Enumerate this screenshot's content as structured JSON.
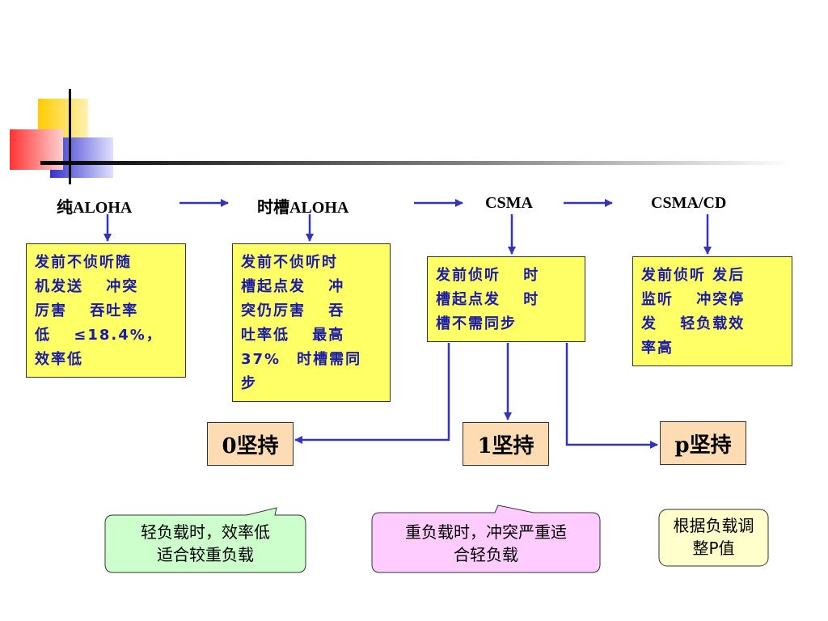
{
  "colors": {
    "arrow": "#3333bb",
    "box_fill": "#ffff66",
    "box_text": "#1a1aa8",
    "strategy_fill": "#fddcb4",
    "note_green": "#ccffcc",
    "note_pink": "#ffccff",
    "note_cream": "#ffffcc",
    "deco_yellow": "#ffcc00",
    "deco_red": "#ff3333",
    "deco_blue": "#3333cc"
  },
  "headers": {
    "pure_aloha": "纯ALOHA",
    "slotted_aloha": "时槽ALOHA",
    "csma": "CSMA",
    "csma_cd": "CSMA/CD"
  },
  "descriptions": {
    "pure_aloha": [
      "发前不侦听随",
      "机发送　 冲突",
      "厉害　 吞吐率",
      "低　 ≤18.4%，",
      "效率低"
    ],
    "slotted_aloha": [
      "发前不侦听时",
      "槽起点发　 冲",
      "突仍厉害　 吞",
      "吐率低　 最高",
      "37%　时槽需同",
      "步"
    ],
    "csma": [
      "发前侦听　 时",
      "槽起点发　 时",
      "槽不需同步"
    ],
    "csma_cd": [
      "发前侦听 发后",
      "监听　 冲突停",
      "发　 轻负载效",
      "率高"
    ]
  },
  "strategies": {
    "zero": "0坚持",
    "one": "1坚持",
    "p": "p坚持"
  },
  "notes": {
    "zero": [
      "轻负载时，效率低",
      "适合较重负载"
    ],
    "one": [
      "重负载时，冲突严重适",
      "合轻负载"
    ],
    "p": [
      "根据负载调",
      "整P值"
    ]
  }
}
